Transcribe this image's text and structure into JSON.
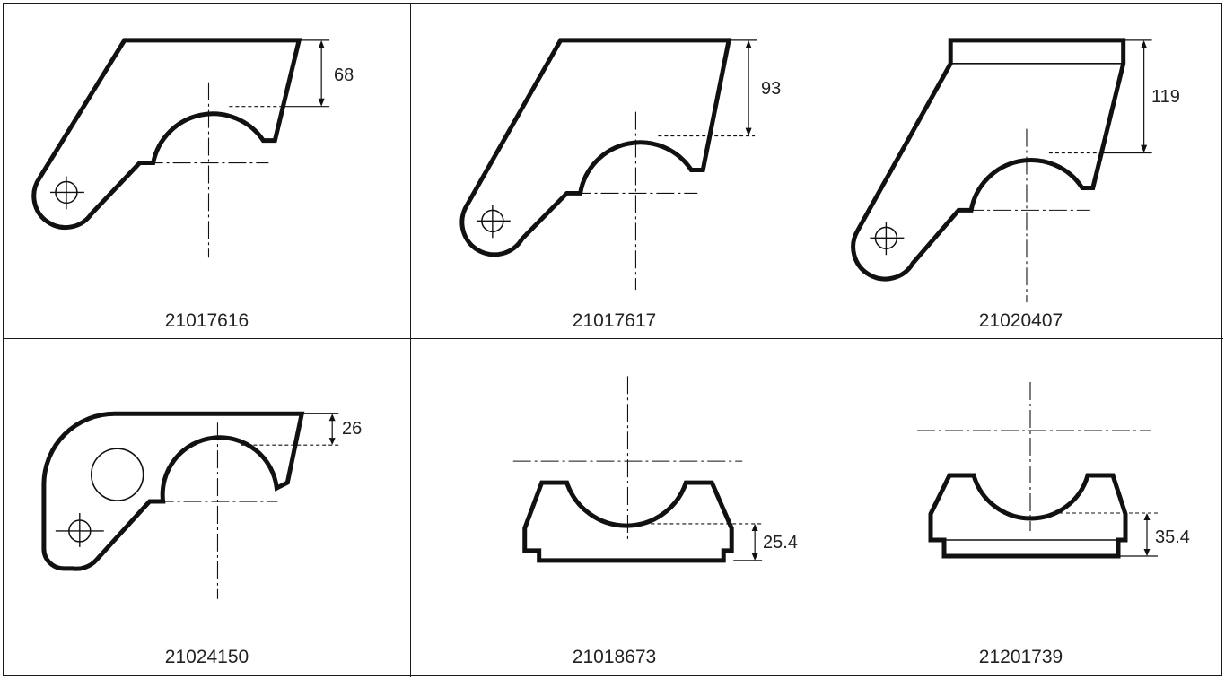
{
  "panels": [
    {
      "id": "21017616",
      "dimension": "68"
    },
    {
      "id": "21017617",
      "dimension": "93"
    },
    {
      "id": "21020407",
      "dimension": "119"
    },
    {
      "id": "21024150",
      "dimension": "26"
    },
    {
      "id": "21018673",
      "dimension": "25.4"
    },
    {
      "id": "21201739",
      "dimension": "35.4"
    }
  ]
}
